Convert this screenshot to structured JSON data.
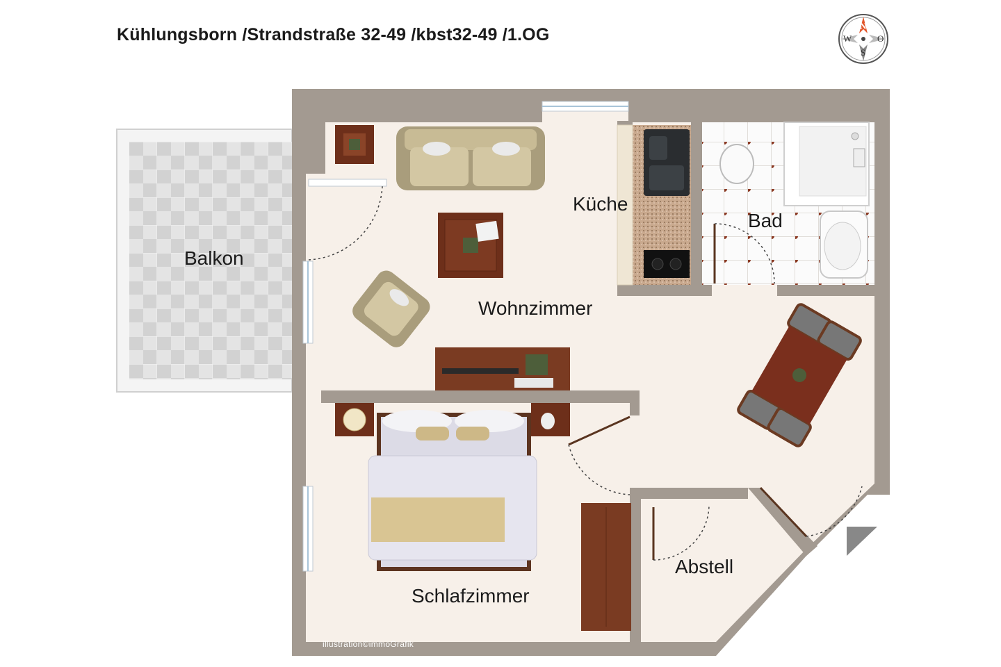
{
  "header": {
    "title": "Kühlungsborn /Strandstraße 32-49 /kbst32-49 /1.OG"
  },
  "compass": {
    "north": "N",
    "west": "W",
    "east": "O",
    "south": "S"
  },
  "rooms": {
    "balkon": "Balkon",
    "kueche": "Küche",
    "bad": "Bad",
    "wohnzimmer": "Wohnzimmer",
    "schlafzimmer": "Schlafzimmer",
    "abstell": "Abstell"
  },
  "footer": {
    "credit": "illustration©immoGrafik"
  },
  "colors": {
    "wall": "#a39a91",
    "floor": "#f7f0e9",
    "balcony_frame": "#f3f3f3",
    "balcony_tile": "#dedede",
    "wood": "#7a3b22",
    "sofa": "#c8bb95",
    "compass_accent": "#e2562a"
  }
}
